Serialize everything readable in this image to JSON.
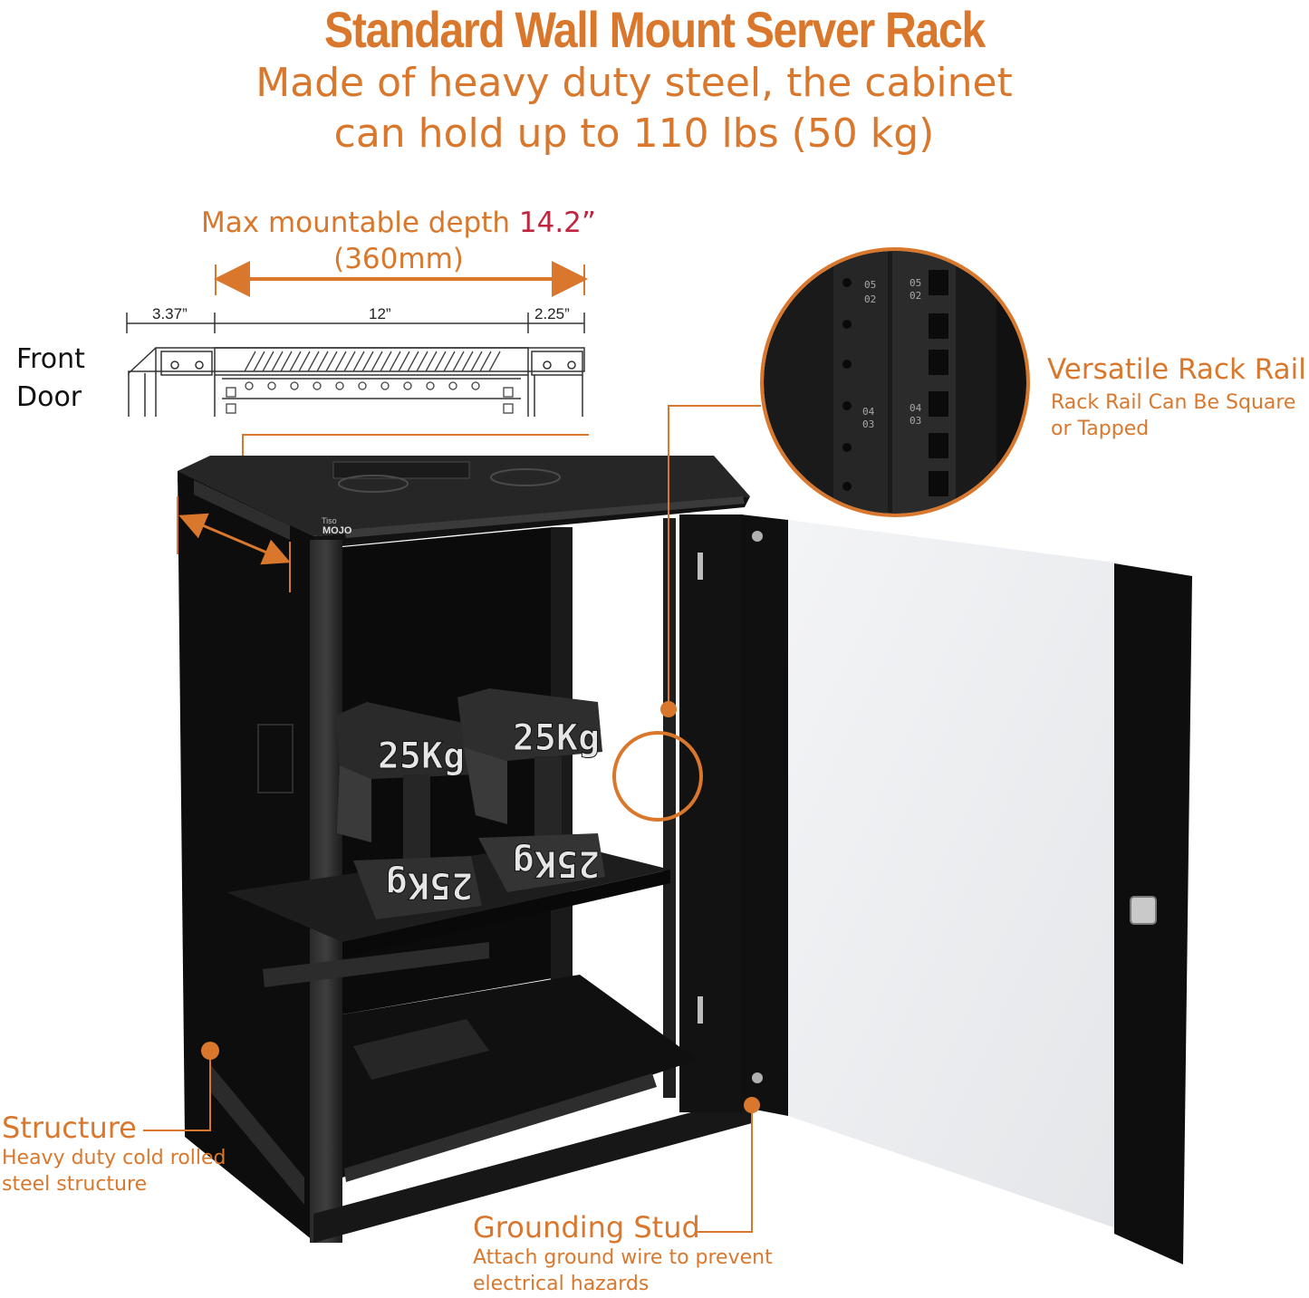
{
  "header": {
    "title": "Standard Wall Mount Server Rack",
    "subtitle_line1": "Made of heavy duty steel, the cabinet",
    "subtitle_line2": "can hold up to 110 lbs (50 kg)"
  },
  "depth_callout": {
    "prefix": "Max mountable depth ",
    "value": "14.2”",
    "metric": "(360mm)"
  },
  "dimensions": {
    "left": "3.37”",
    "middle": "12”",
    "right": "2.25”",
    "front_label_line1": "Front",
    "front_label_line2": "Door"
  },
  "weights": {
    "label": "25Kg"
  },
  "logo": {
    "small": "Tiso",
    "brand": "MOJO"
  },
  "callouts": {
    "rack_rail": {
      "title": "Versatile Rack Rail",
      "line1": "Rack Rail Can Be Square",
      "line2": "or Tapped"
    },
    "structure": {
      "title": "Structure",
      "line1": "Heavy duty cold rolled",
      "line2": "steel structure"
    },
    "grounding": {
      "title": "Grounding Stud",
      "line1": "Attach ground wire to prevent",
      "line2": "electrical hazards"
    }
  },
  "rail_labels": [
    "05",
    "02",
    "05",
    "02",
    "04",
    "03",
    "04",
    "03"
  ],
  "colors": {
    "accent": "#d9782d",
    "highlight": "#c0263f",
    "cabinet": "#111111",
    "glass": "#ecedef"
  }
}
